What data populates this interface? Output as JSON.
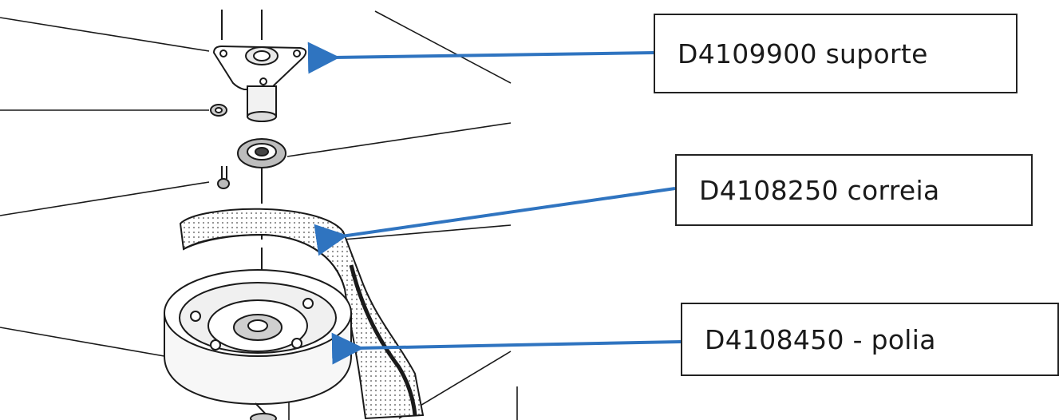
{
  "callouts": [
    {
      "label": "D4109900 suporte"
    },
    {
      "label": "D4108250 correia"
    },
    {
      "label": "D4108450 - polia"
    }
  ],
  "colors": {
    "arrow": "#2f74c0",
    "line": "#1a1a1a",
    "belt_dots": "#8a8a8a",
    "background": "#ffffff"
  }
}
